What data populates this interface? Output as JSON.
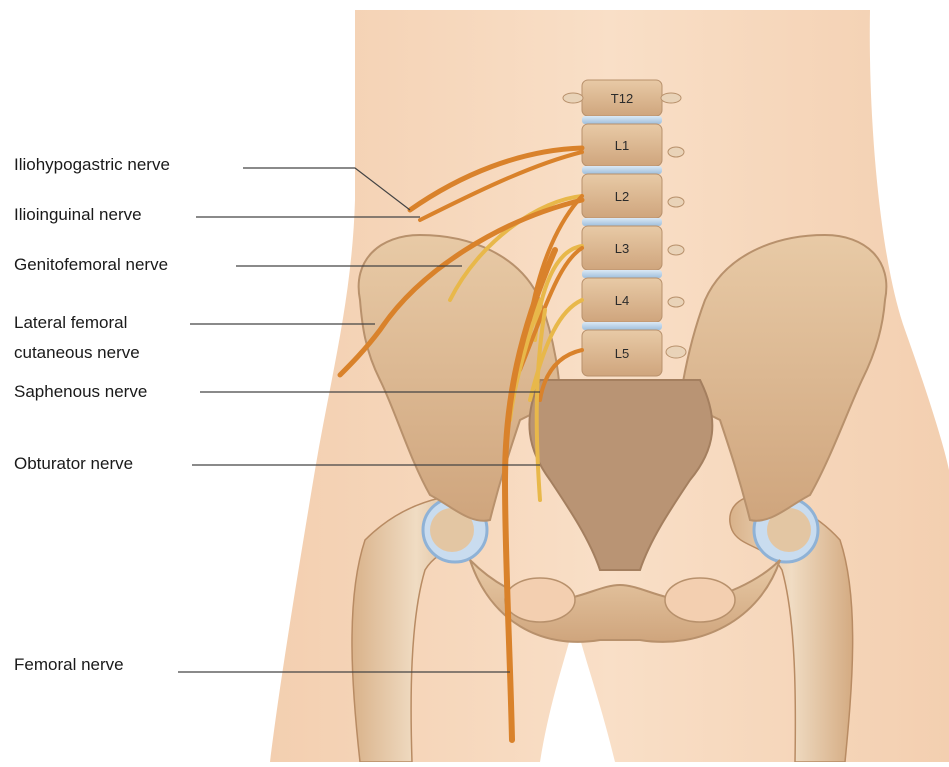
{
  "diagram": {
    "labels": {
      "iliohypogastric": "Iliohypogastric nerve",
      "ilioinguinal": "Ilioinguinal nerve",
      "genitofemoral": "Genitofemoral nerve",
      "lateral_femoral_line1": "Lateral femoral",
      "lateral_femoral_line2": "cutaneous nerve",
      "saphenous": "Saphenous nerve",
      "obturator": "Obturator nerve",
      "femoral": "Femoral nerve"
    },
    "vertebrae": [
      "T12",
      "L1",
      "L2",
      "L3",
      "L4",
      "L5"
    ],
    "colors": {
      "skin": "#f7d9bf",
      "bone": "#d9b48f",
      "bone_shadow": "#b8916c",
      "disc": "#b9d3e8",
      "nerve_orange": "#d9822b",
      "nerve_yellow": "#e8b84a"
    }
  }
}
